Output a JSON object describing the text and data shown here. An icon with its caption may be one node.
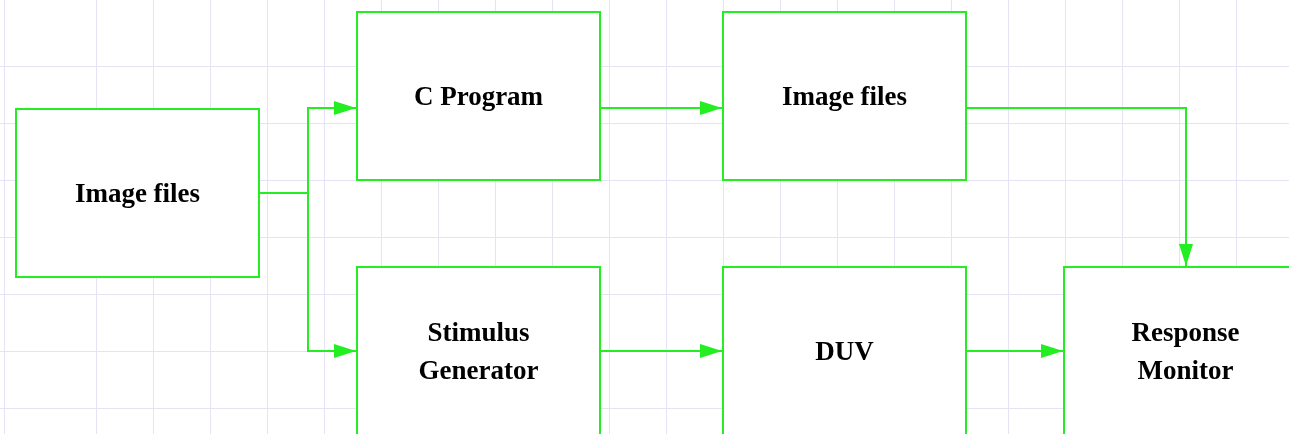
{
  "diagram": {
    "nodes": [
      {
        "text": [
          "Image files"
        ]
      },
      {
        "text": [
          "C Program"
        ]
      },
      {
        "text": [
          "Image files"
        ]
      },
      {
        "text": [
          "Stimulus Generator"
        ]
      },
      {
        "text": [
          "DUV"
        ]
      },
      {
        "text": [
          "Response Monitor"
        ]
      }
    ],
    "edges": [
      {
        "from": 0,
        "to": 1,
        "arrow": "to"
      },
      {
        "from": 0,
        "to": 3,
        "arrow": "to"
      },
      {
        "from": 1,
        "to": 2,
        "arrow": "to"
      },
      {
        "from": 2,
        "to": 5,
        "arrow": "to"
      },
      {
        "from": 3,
        "to": 4,
        "arrow": "to"
      },
      {
        "from": 4,
        "to": 5,
        "arrow": "to"
      }
    ]
  }
}
